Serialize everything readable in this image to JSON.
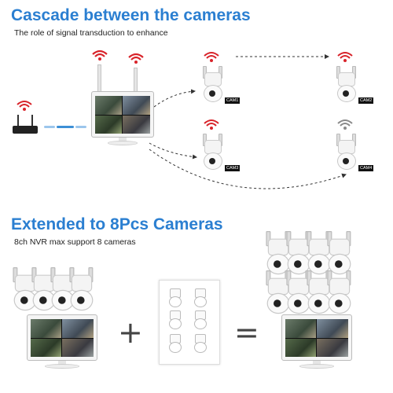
{
  "section1": {
    "title": "Cascade between the cameras",
    "subtitle": "The role of signal transduction to enhance"
  },
  "section2": {
    "title": "Extended to 8Pcs Cameras",
    "subtitle": "8ch NVR max support 8 cameras"
  },
  "camera_labels": [
    "CAM1",
    "CAM2",
    "CAM3",
    "CAM4"
  ],
  "operators": {
    "plus": "+",
    "equals": "="
  },
  "colors": {
    "title_blue": "#2b7fd1",
    "wifi_red": "#d8232a",
    "wifi_gray": "#8a8a8a",
    "cable_blue": "#3c8fd6"
  },
  "icons": [
    "wifi-icon",
    "router-icon",
    "ethernet-cable-icon",
    "monitor-icon",
    "camera-icon",
    "plus-icon",
    "equals-icon"
  ]
}
